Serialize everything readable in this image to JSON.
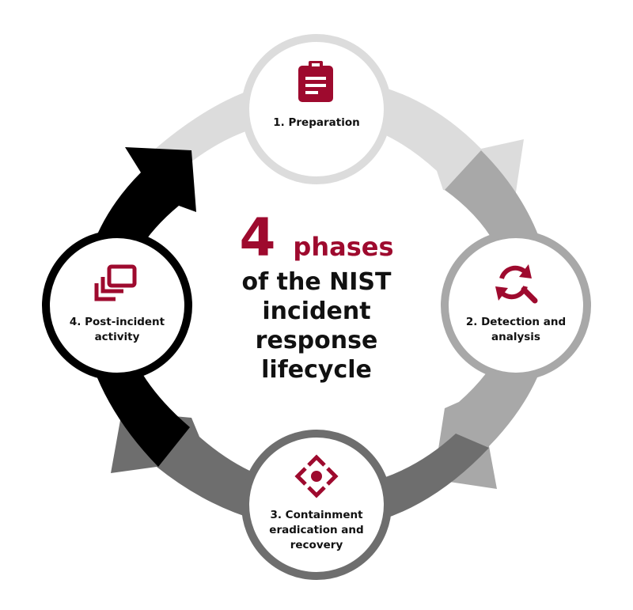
{
  "center": {
    "number": "4",
    "word": "phases",
    "lines": [
      "of the NIST",
      "incident",
      "response",
      "lifecycle"
    ]
  },
  "phases": [
    {
      "label": "1. Preparation",
      "icon": "clipboard-icon"
    },
    {
      "label_lines": [
        "2. Detection and",
        "analysis"
      ],
      "icon": "refresh-search-icon"
    },
    {
      "label_lines": [
        "3. Containment",
        "eradication and",
        "recovery"
      ],
      "icon": "move-arrows-icon"
    },
    {
      "label_lines": [
        "4. Post-incident",
        "activity"
      ],
      "icon": "windows-stack-icon"
    }
  ],
  "colors": {
    "accent": "#9e0a2e",
    "arc_preparation": "#dcdcdc",
    "arc_detection": "#a8a8a8",
    "arc_containment": "#6e6e6e",
    "arc_post_incident": "#000000"
  }
}
